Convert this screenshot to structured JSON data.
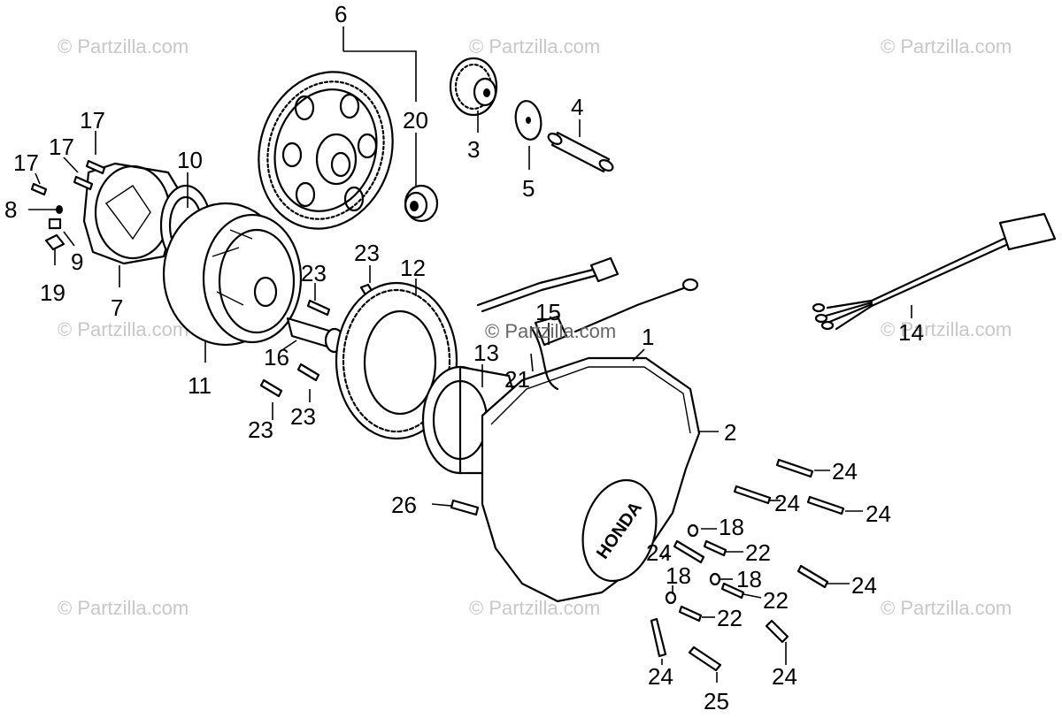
{
  "watermark": "© Partzilla.com",
  "cover_logo": "HONDA",
  "callouts": {
    "c1": "1",
    "c2": "2",
    "c3": "3",
    "c4": "4",
    "c5": "5",
    "c6": "6",
    "c7": "7",
    "c8": "8",
    "c9": "9",
    "c10": "10",
    "c11": "11",
    "c12": "12",
    "c13": "13",
    "c14": "14",
    "c15": "15",
    "c16": "16",
    "c17a": "17",
    "c17b": "17",
    "c17c": "17",
    "c18a": "18",
    "c18b": "18",
    "c18c": "18",
    "c19": "19",
    "c20": "20",
    "c21": "21",
    "c22a": "22",
    "c22b": "22",
    "c22c": "22",
    "c23a": "23",
    "c23b": "23",
    "c23c": "23",
    "c23d": "23",
    "c24a": "24",
    "c24b": "24",
    "c24c": "24",
    "c24d": "24",
    "c24e": "24",
    "c24f": "24",
    "c24g": "24",
    "c25": "25",
    "c26": "26"
  },
  "colors": {
    "ink": "#000000",
    "watermark": "#c8c8c8",
    "background": "#ffffff"
  }
}
